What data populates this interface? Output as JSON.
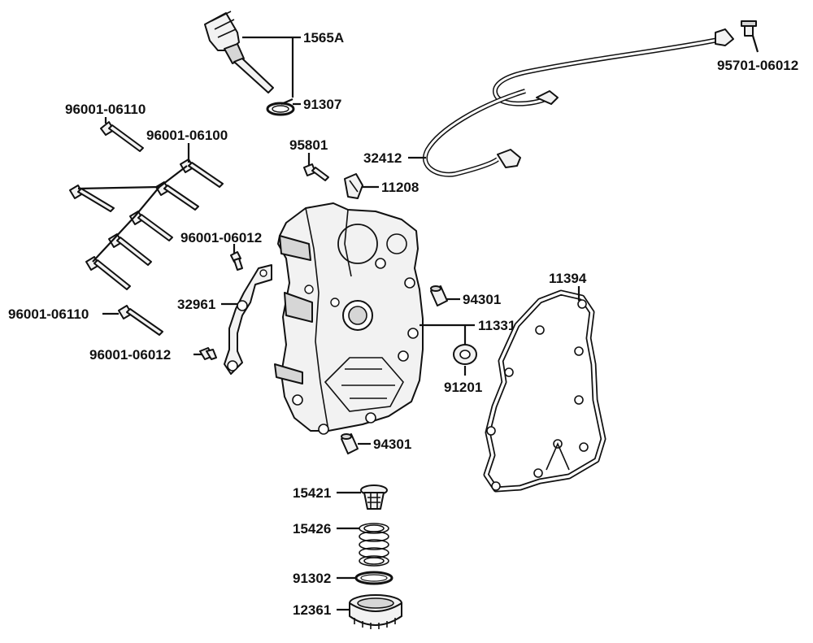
{
  "labels": {
    "p1565a": "1565A",
    "p91307": "91307",
    "p95701": "95701-06012",
    "p96001_06110_top": "96001-06110",
    "p96001_06100": "96001-06100",
    "p95801": "95801",
    "p32412": "32412",
    "p11208": "11208",
    "p96001_06012_top": "96001-06012",
    "p32961": "32961",
    "p96001_06110_bottom": "96001-06110",
    "p96001_06012_bottom": "96001-06012",
    "p94301_top": "94301",
    "p11394": "11394",
    "p11331": "11331",
    "p91201": "91201",
    "p94301_bottom": "94301",
    "p15421": "15421",
    "p15426": "15426",
    "p91302": "91302",
    "p12361": "12361"
  }
}
